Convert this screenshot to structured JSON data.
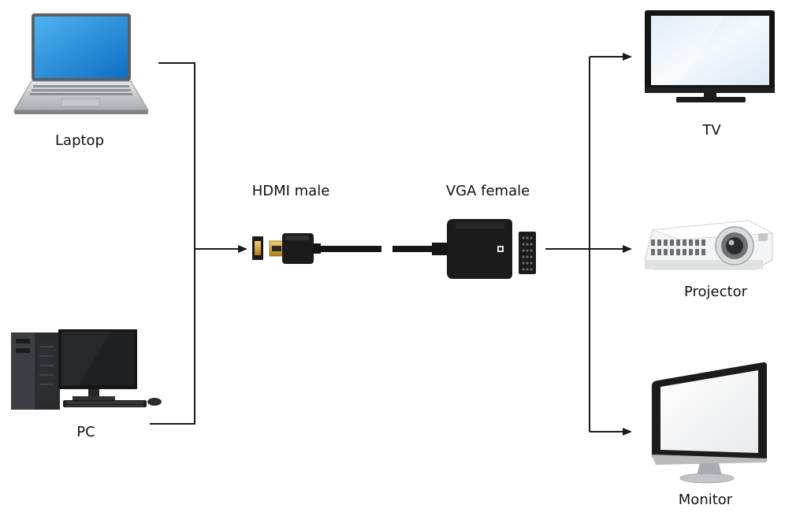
{
  "diagram": {
    "sources": [
      {
        "id": "laptop",
        "label": "Laptop",
        "icon": "laptop-icon"
      },
      {
        "id": "pc",
        "label": "PC",
        "icon": "desktop-pc-icon"
      }
    ],
    "adapter": {
      "hdmi_label": "HDMI male",
      "vga_label": "VGA female",
      "hdmi_icon": "hdmi-connector-icon",
      "vga_icon": "vga-adapter-icon"
    },
    "outputs": [
      {
        "id": "tv",
        "label": "TV",
        "icon": "tv-icon"
      },
      {
        "id": "projector",
        "label": "Projector",
        "icon": "projector-icon"
      },
      {
        "id": "monitor",
        "label": "Monitor",
        "icon": "monitor-icon"
      }
    ],
    "colors": {
      "line": "#1a1a1a",
      "device_dark": "#1c1c1c",
      "screen_blue": "#1e8fe0",
      "screen_light": "#e6f1fb",
      "gold": "#d3a23a"
    }
  }
}
